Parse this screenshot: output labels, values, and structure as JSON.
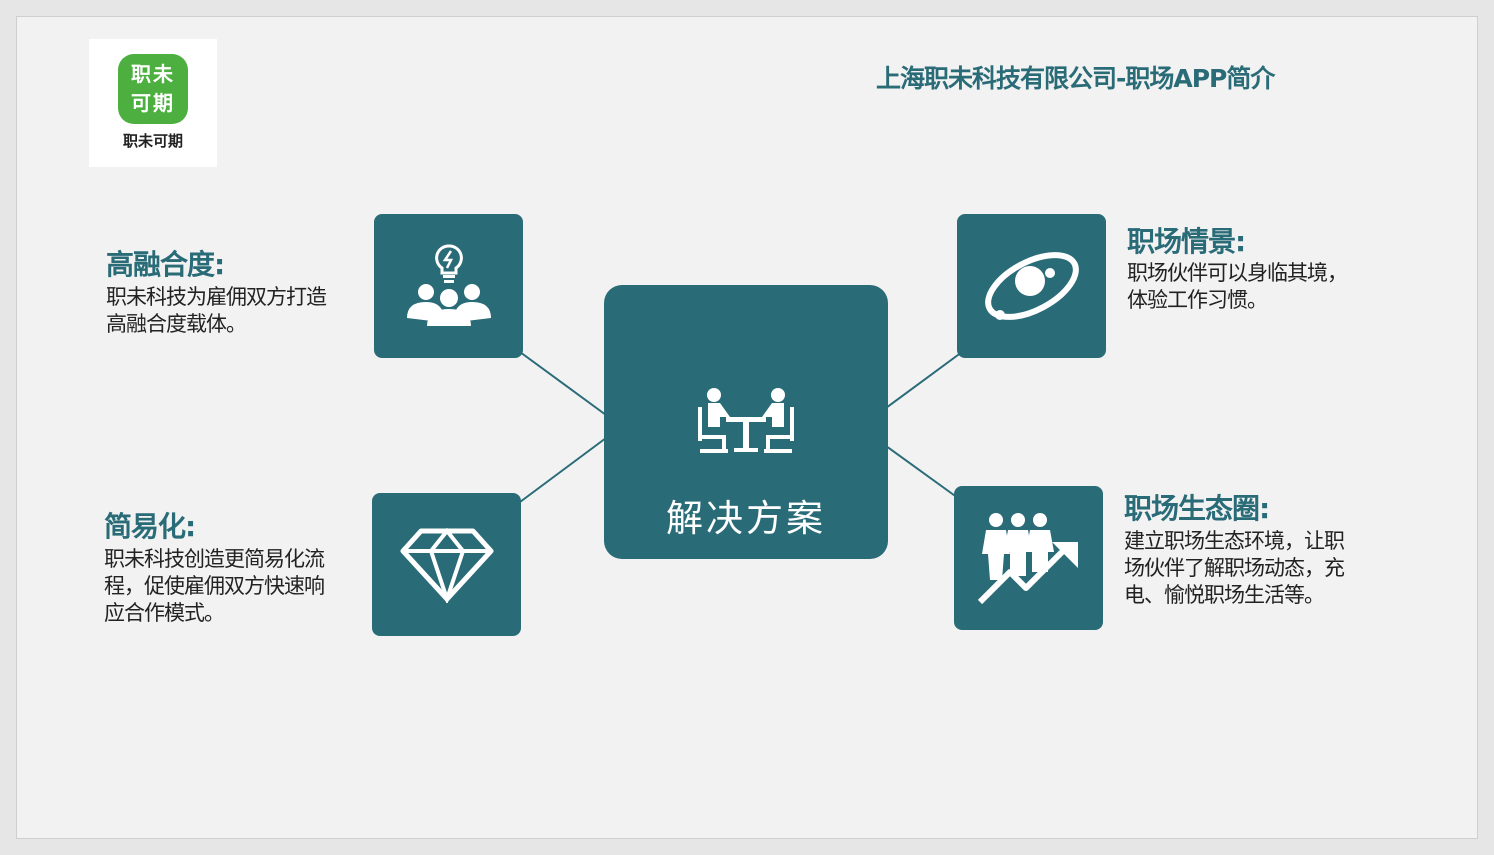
{
  "header": {
    "title": "上海职未科技有限公司-职场APP简介"
  },
  "logo": {
    "mark_line1": "职未",
    "mark_line2": "可期",
    "name": "职未可期"
  },
  "center": {
    "title": "解决方案",
    "icon": "meeting-people-icon"
  },
  "blocks": {
    "high_fusion": {
      "title": "高融合度:",
      "text_line1": "职未科技为雇佣双方打造",
      "text_line2": "高融合度载体。",
      "icon": "team-lightbulb-icon"
    },
    "simplify": {
      "title": "简易化:",
      "text_line1": "职未科技创造更简易化流",
      "text_line2": "程，促使雇佣双方快速响",
      "text_line3": "应合作模式。",
      "icon": "diamond-icon"
    },
    "scene": {
      "title": "职场情景:",
      "text_line1": "职场伙伴可以身临其境，",
      "text_line2": "体验工作习惯。",
      "icon": "orbit-icon"
    },
    "ecosystem": {
      "title": "职场生态圈:",
      "text_line1": "建立职场生态环境，让职",
      "text_line2": "场伙伴了解职场动态，充",
      "text_line3": "电、愉悦职场生活等。",
      "icon": "growth-team-icon"
    }
  },
  "colors": {
    "accent": "#2a6b78",
    "logo_green": "#4caf3f",
    "background": "#f2f2f2"
  }
}
